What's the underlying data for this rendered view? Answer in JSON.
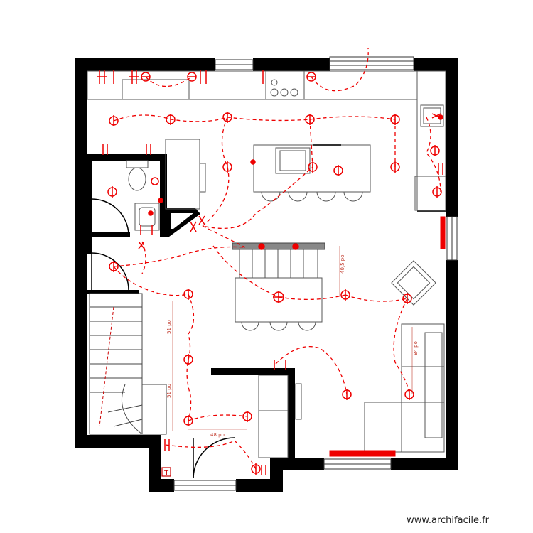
{
  "watermark": "www.archifacile.fr",
  "colors": {
    "wall": "#000000",
    "electric": "#e00000",
    "dimension": "#c0392b",
    "furniture": "#555555"
  },
  "dimensions": {
    "d1": "40,5 po",
    "d2": "51 po",
    "d3": "51 po",
    "d4": "48 po",
    "d5": "84 po"
  },
  "panel_label": "T"
}
